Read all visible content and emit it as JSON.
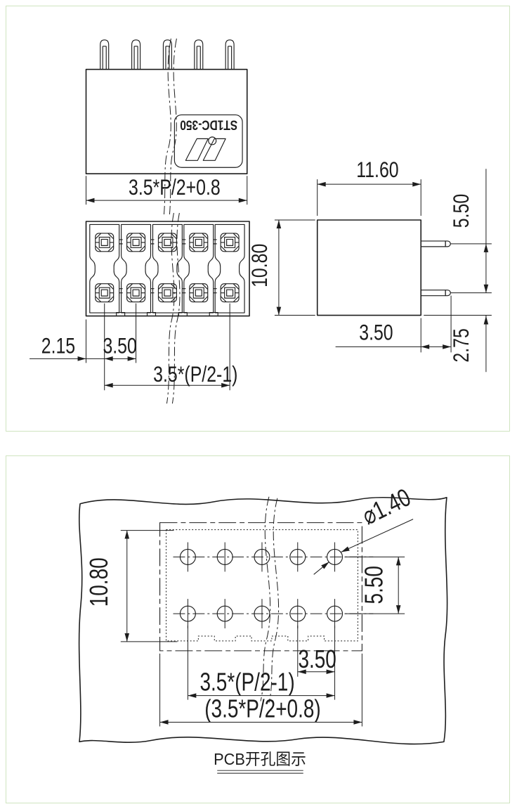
{
  "page": {
    "background": "#ffffff",
    "panel_border": "#cfe4c0",
    "ink": "#1d1d1d"
  },
  "panel1": {
    "front_view": {
      "part_label": "ST1DC-350",
      "dim_overall_width": "3.5*P/2+0.8"
    },
    "bottom_view": {
      "dim_edge_to_pin": "2.15",
      "dim_pitch": "3.50",
      "dim_pin_span": "3.5*(P/2-1)"
    },
    "side_view": {
      "dim_body_width": "11.60",
      "dim_body_height": "10.80",
      "dim_row_spacing": "5.50",
      "dim_pin_length": "3.50",
      "dim_pin_to_bottom": "2.75"
    }
  },
  "panel2": {
    "pcb_view": {
      "dim_pattern_height": "10.80",
      "dim_row_spacing": "5.50",
      "dim_hole_pitch": "3.50",
      "dim_hole_span": "3.5*(P/2-1)",
      "dim_overall_width": "(3.5*P/2+0.8)",
      "dim_hole_diameter": "⌀1.40"
    },
    "caption": "PCB开孔图示"
  }
}
